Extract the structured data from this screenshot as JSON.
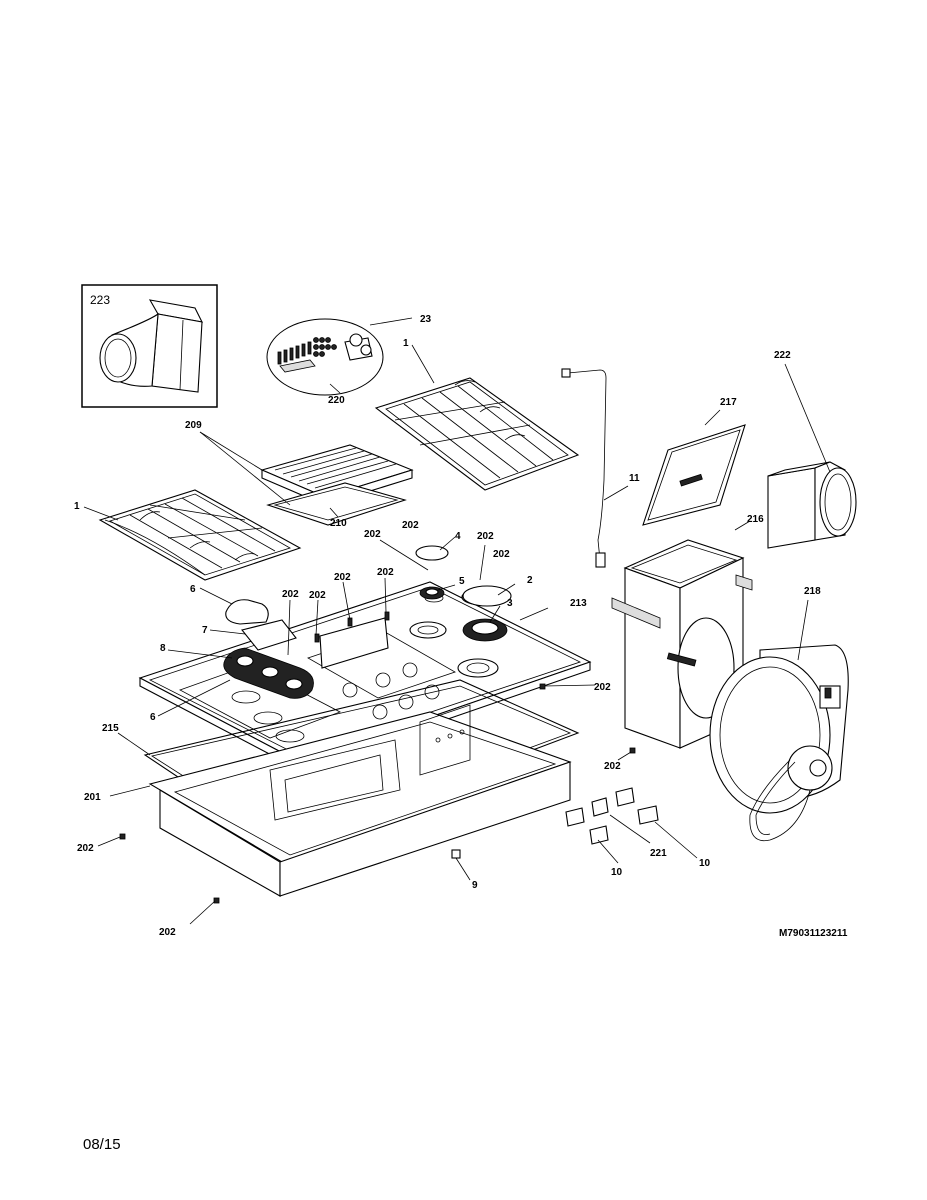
{
  "inset": {
    "label": "223"
  },
  "drawing_code": "M79031123211",
  "footer_date": "08/15",
  "callouts": [
    {
      "id": "c1a",
      "text": "1"
    },
    {
      "id": "c1b",
      "text": "1"
    },
    {
      "id": "c2",
      "text": "2"
    },
    {
      "id": "c3",
      "text": "3"
    },
    {
      "id": "c4",
      "text": "4"
    },
    {
      "id": "c5",
      "text": "5"
    },
    {
      "id": "c6a",
      "text": "6"
    },
    {
      "id": "c6b",
      "text": "6"
    },
    {
      "id": "c7",
      "text": "7"
    },
    {
      "id": "c8",
      "text": "8"
    },
    {
      "id": "c9",
      "text": "9"
    },
    {
      "id": "c10a",
      "text": "10"
    },
    {
      "id": "c10b",
      "text": "10"
    },
    {
      "id": "c11",
      "text": "11"
    },
    {
      "id": "c23",
      "text": "23"
    },
    {
      "id": "c201",
      "text": "201"
    },
    {
      "id": "c202a",
      "text": "202"
    },
    {
      "id": "c202b",
      "text": "202"
    },
    {
      "id": "c202c",
      "text": "202"
    },
    {
      "id": "c202d",
      "text": "202"
    },
    {
      "id": "c202e",
      "text": "202"
    },
    {
      "id": "c202f",
      "text": "202"
    },
    {
      "id": "c202g",
      "text": "202"
    },
    {
      "id": "c202h",
      "text": "202"
    },
    {
      "id": "c202i",
      "text": "202"
    },
    {
      "id": "c202j",
      "text": "202"
    },
    {
      "id": "c202k",
      "text": "202"
    },
    {
      "id": "c202l",
      "text": "202"
    },
    {
      "id": "c209",
      "text": "209"
    },
    {
      "id": "c210",
      "text": "210"
    },
    {
      "id": "c213",
      "text": "213"
    },
    {
      "id": "c215",
      "text": "215"
    },
    {
      "id": "c216",
      "text": "216"
    },
    {
      "id": "c217",
      "text": "217"
    },
    {
      "id": "c218",
      "text": "218"
    },
    {
      "id": "c220",
      "text": "220"
    },
    {
      "id": "c221",
      "text": "221"
    },
    {
      "id": "c222",
      "text": "222"
    }
  ]
}
